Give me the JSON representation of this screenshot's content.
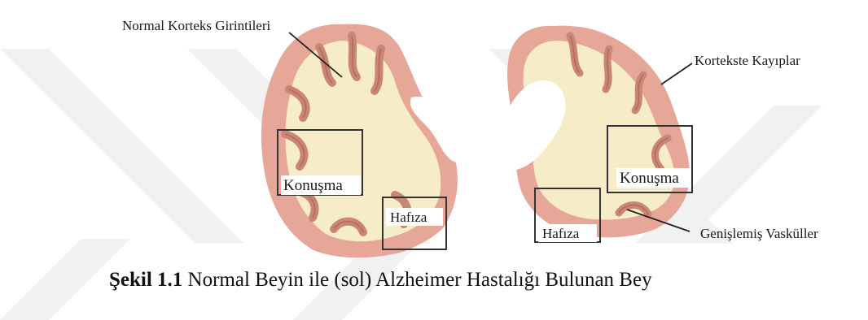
{
  "labels": {
    "normal_cortex": "Normal Korteks Girintileri",
    "cortex_loss": "Kortekste Kayıplar",
    "speech_left": "Konuşma",
    "speech_right": "Konuşma",
    "memory_left": "Hafıza",
    "memory_right": "Hafıza",
    "vessels": "Genişlemiş Vasküller"
  },
  "caption": {
    "number": "Şekil 1.1",
    "text": " Normal Beyin ile (sol) Alzheimer Hastalığı Bulunan Bey"
  },
  "colors": {
    "cortex": "#e6a698",
    "white_matter": "#f6ecc8",
    "sulcus": "#b56b5c",
    "box": "#333333",
    "watermark": "#f1f1f1"
  }
}
